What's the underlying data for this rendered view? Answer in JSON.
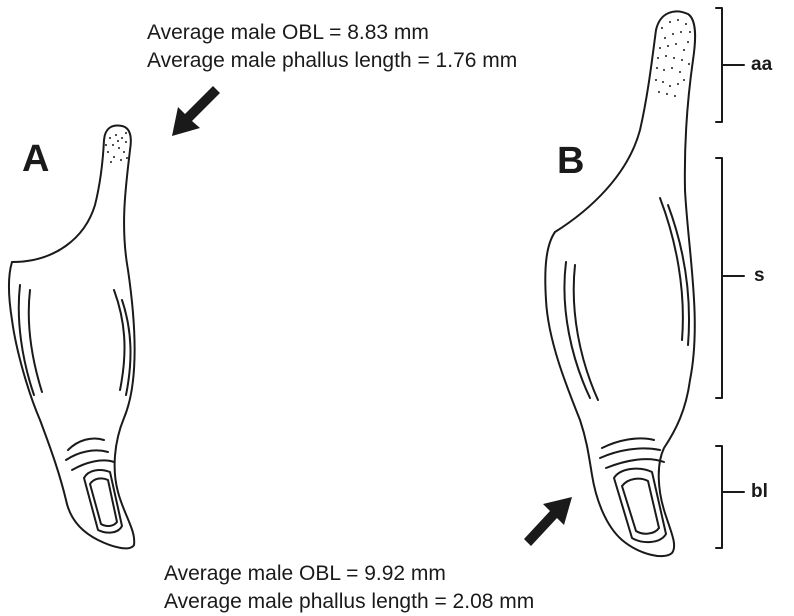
{
  "captions": {
    "top": {
      "line1": "Average male OBL = 8.83 mm",
      "line2": "Average male phallus length = 1.76 mm"
    },
    "bottom": {
      "line1": "Average male OBL = 9.92 mm",
      "line2": "Average male phallus length = 2.08 mm"
    }
  },
  "panels": {
    "a": "A",
    "b": "B"
  },
  "brackets": {
    "aa": "aa",
    "s": "s",
    "bl": "bl"
  },
  "colors": {
    "ink": "#1a1a1a",
    "background": "#ffffff"
  }
}
